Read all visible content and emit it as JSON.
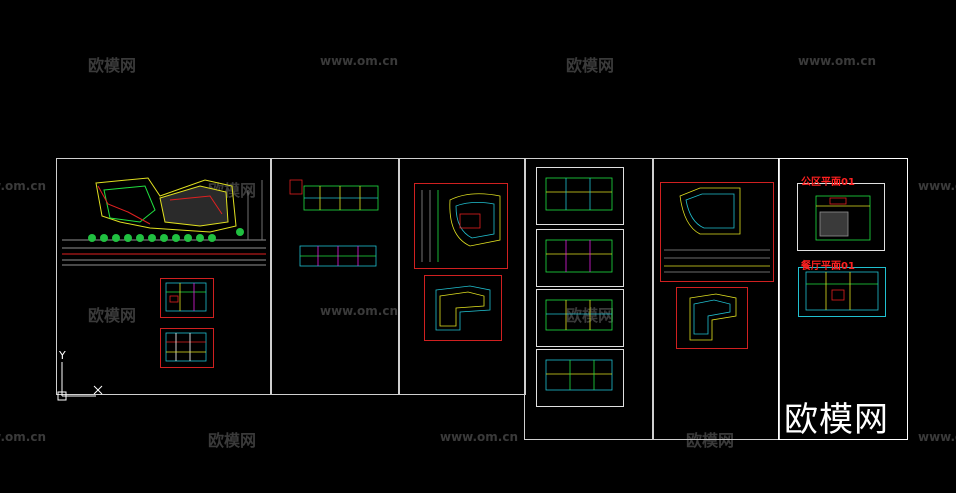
{
  "watermarks": {
    "brand": "欧模网",
    "url": "www.om.cn"
  },
  "sheet_labels": {
    "office_plan": "公区平面01",
    "hall_plan": "餐厅平面01"
  },
  "axis": {
    "y_label": "Y",
    "x_label": "X"
  },
  "colors": {
    "background": "#000000",
    "frame": "#cfcfcf",
    "label": "#ff2020",
    "cyan": "#20c0d0",
    "green": "#20e040",
    "yellow": "#e0e020",
    "magenta": "#e020e0"
  }
}
